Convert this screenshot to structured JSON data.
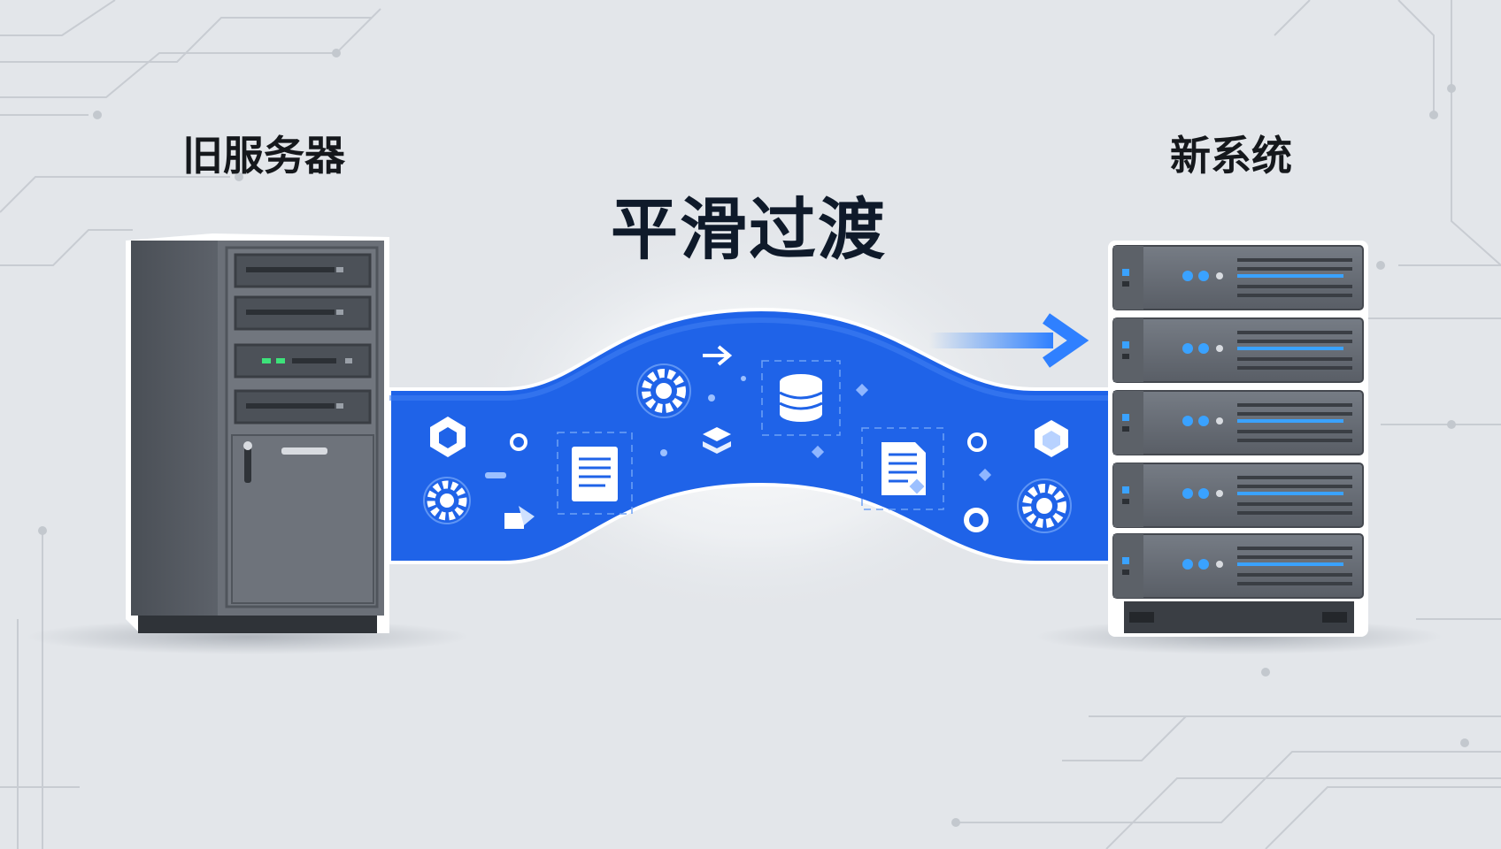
{
  "labels": {
    "old_server": "旧服务器",
    "transition": "平滑过渡",
    "new_system": "新系统"
  },
  "colors": {
    "background": "#e3e6ea",
    "flow_blue": "#1f63e8",
    "server_gray": "#5a5f66",
    "led_green": "#3de27a",
    "led_blue": "#3aa2ff"
  },
  "icons": [
    "cube-icon",
    "gear-icon",
    "ring-icon",
    "arrow-icon",
    "document-icon",
    "database-icon",
    "layers-icon",
    "diamond-icon",
    "data-file-icon",
    "box-arrow-icon"
  ]
}
